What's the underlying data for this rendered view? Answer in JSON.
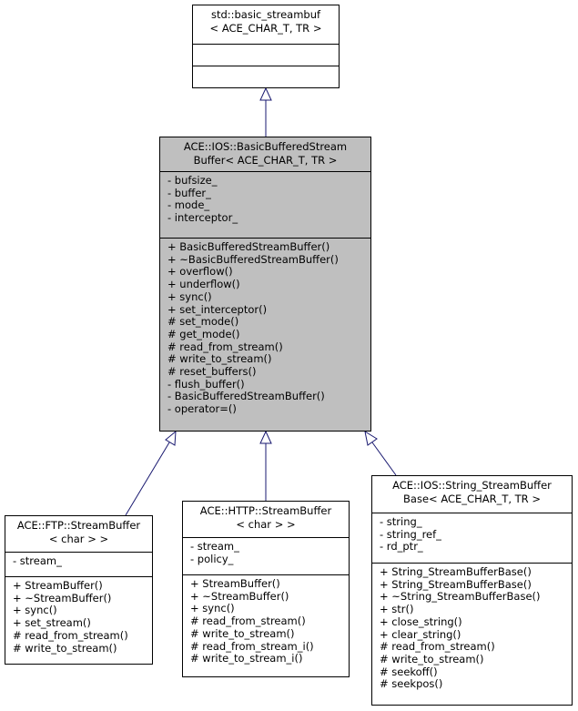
{
  "diagram": {
    "base": {
      "title": [
        "std::basic_streambuf",
        "< ACE_CHAR_T, TR >"
      ],
      "attributes": [],
      "operations": []
    },
    "main": {
      "title": [
        "ACE::IOS::BasicBufferedStream",
        "Buffer< ACE_CHAR_T, TR >"
      ],
      "attributes": [
        "- bufsize_",
        "- buffer_",
        "- mode_",
        "- interceptor_"
      ],
      "operations": [
        "+ BasicBufferedStreamBuffer()",
        "+ ~BasicBufferedStreamBuffer()",
        "+ overflow()",
        "+ underflow()",
        "+ sync()",
        "+ set_interceptor()",
        "# set_mode()",
        "# get_mode()",
        "# read_from_stream()",
        "# write_to_stream()",
        "# reset_buffers()",
        "- flush_buffer()",
        "- BasicBufferedStreamBuffer()",
        "- operator=()"
      ]
    },
    "ftp": {
      "title": [
        "ACE::FTP::StreamBuffer",
        "< char > >"
      ],
      "attributes": [
        "- stream_"
      ],
      "operations": [
        "+ StreamBuffer()",
        "+ ~StreamBuffer()",
        "+ sync()",
        "+ set_stream()",
        "# read_from_stream()",
        "# write_to_stream()"
      ]
    },
    "http": {
      "title": [
        "ACE::HTTP::StreamBuffer",
        "< char > >"
      ],
      "attributes": [
        "- stream_",
        "- policy_"
      ],
      "operations": [
        "+ StreamBuffer()",
        "+ ~StreamBuffer()",
        "+ sync()",
        "# read_from_stream()",
        "# write_to_stream()",
        "# read_from_stream_i()",
        "# write_to_stream_i()"
      ]
    },
    "string": {
      "title": [
        "ACE::IOS::String_StreamBuffer",
        "Base< ACE_CHAR_T, TR >"
      ],
      "attributes": [
        "- string_",
        "- string_ref_",
        "- rd_ptr_"
      ],
      "operations": [
        "+ String_StreamBufferBase()",
        "+ String_StreamBufferBase()",
        "+ ~String_StreamBufferBase()",
        "+ str()",
        "+ close_string()",
        "+ clear_string()",
        "# read_from_stream()",
        "# write_to_stream()",
        "# seekoff()",
        "# seekpos()"
      ]
    },
    "colors": {
      "highlight": "#bfbfbf",
      "edge": "#191970"
    }
  }
}
